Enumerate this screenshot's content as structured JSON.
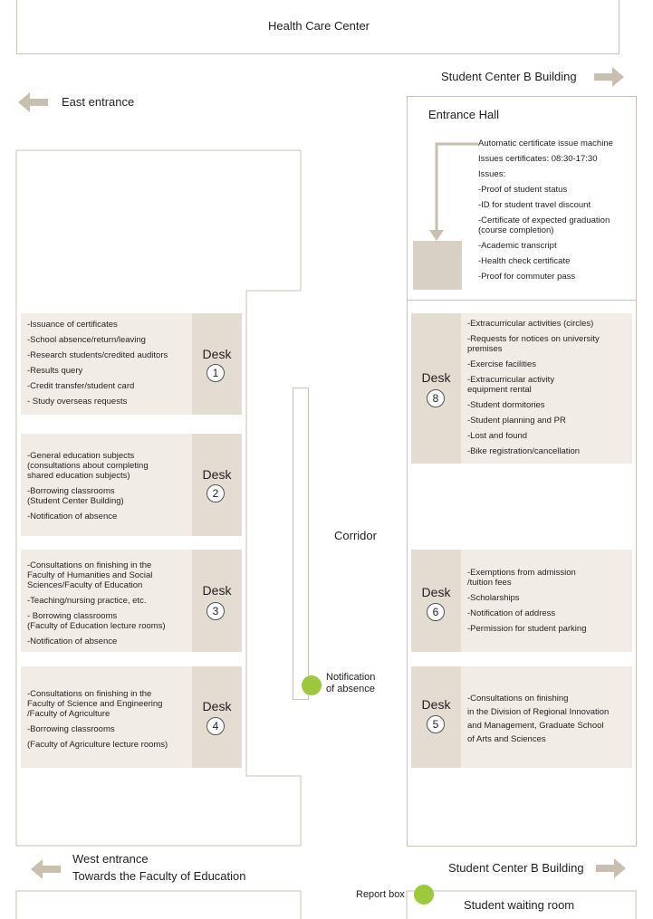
{
  "labels": {
    "health_care_center": "Health Care Center",
    "student_center_b_top": "Student Center B Building",
    "east_entrance": "East entrance",
    "entrance_hall": "Entrance Hall",
    "corridor": "Corridor",
    "notification_absence_1": "Notification",
    "notification_absence_2": "of absence",
    "west_entrance": "West entrance",
    "towards_education": "Towards the Faculty of Education",
    "student_center_b_bottom": "Student Center B Building",
    "report_box": "Report box",
    "student_waiting_room": "Student waiting room"
  },
  "machine": {
    "items": [
      "Automatic certificate issue machine",
      "Issues certificates: 08:30-17:30",
      "Issues:",
      "-Proof of student status",
      "-ID for student travel discount",
      "-Certificate of expected graduation\n(course completion)",
      "-Academic transcript",
      "-Health check certificate",
      "-Proof for commuter pass"
    ]
  },
  "desks": {
    "d1": {
      "word": "Desk",
      "num": "1",
      "items": [
        "-Issuance of certificates",
        "-School absence/return/leaving",
        "-Research students/credited auditors",
        "-Results query",
        "-Credit transfer/student card",
        "- Study overseas requests"
      ]
    },
    "d2": {
      "word": "Desk",
      "num": "2",
      "items": [
        "-General education subjects\n(consultations about completing\nshared education subjects)",
        "-Borrowing classrooms\n (Student Center Building)",
        "-Notification of absence"
      ]
    },
    "d3": {
      "word": "Desk",
      "num": "3",
      "items": [
        "-Consultations on finishing in the\nFaculty of Humanities and Social\nSciences/Faculty of Education",
        "-Teaching/nursing practice, etc.",
        "- Borrowing classrooms\n(Faculty of Education lecture rooms)",
        "-Notification of absence"
      ]
    },
    "d4": {
      "word": "Desk",
      "num": "4",
      "items": [
        "-Consultations on finishing in the\nFaculty of Science and Engineering\n/Faculty of Agriculture",
        "-Borrowing classrooms",
        "(Faculty of Agriculture lecture rooms)"
      ]
    },
    "d8": {
      "word": "Desk",
      "num": "8",
      "items": [
        "-Extracurricular activities (circles)",
        "-Requests for notices on university\npremises",
        "-Exercise facilities",
        "-Extracurricular activity\nequipment rental",
        "-Student dormitories",
        "-Student planning and PR",
        "-Lost and found",
        "-Bike registration/cancellation"
      ]
    },
    "d6": {
      "word": "Desk",
      "num": "6",
      "items": [
        "-Exemptions from admission\n/tuition fees",
        "-Scholarships",
        "-Notification of address",
        "-Permission for student parking"
      ]
    },
    "d5": {
      "word": "Desk",
      "num": "5",
      "items": [
        "-Consultations on finishing\nin the Division of Regional Innovation\nand Management, Graduate School\nof Arts and Sciences"
      ]
    }
  }
}
